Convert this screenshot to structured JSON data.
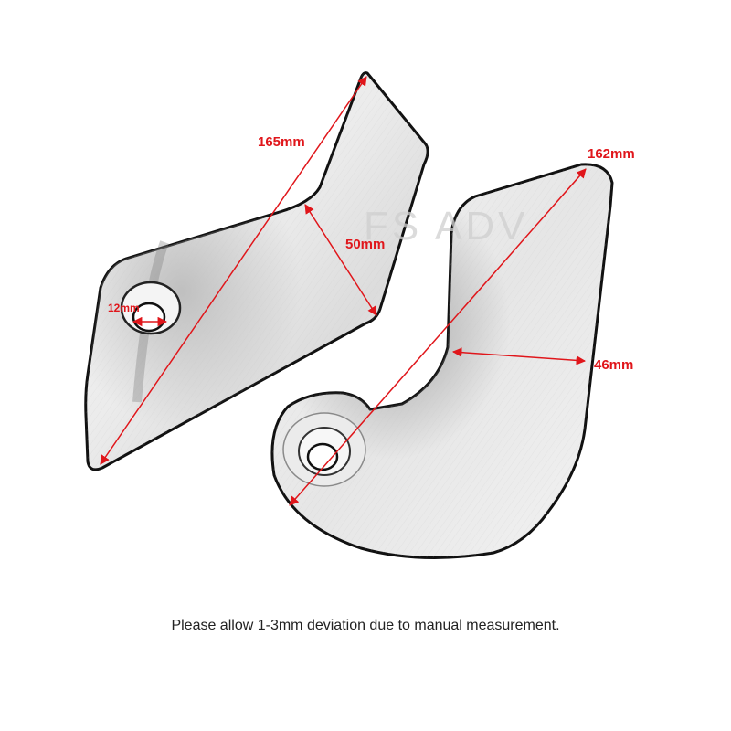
{
  "watermark": "FS ADV",
  "dimensions": {
    "left_length": "165mm",
    "left_width": "50mm",
    "left_hole": "12mm",
    "right_length": "162mm",
    "right_width": "46mm"
  },
  "caption": "Please allow 1-3mm deviation due to manual measurement.",
  "colors": {
    "dimension_red": "#e0161b",
    "outline": "#111111",
    "background": "#ffffff"
  }
}
